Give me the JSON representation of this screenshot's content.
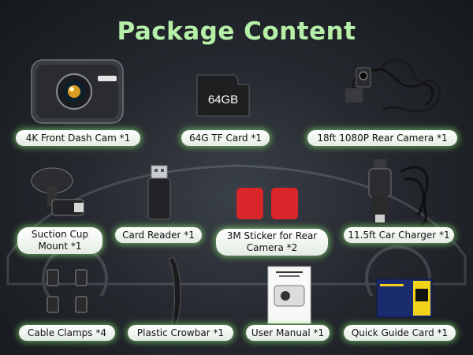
{
  "title": "Package Content",
  "items": [
    {
      "label": "4K Front Dash Cam *1",
      "icon": "dash-cam-icon"
    },
    {
      "label": "64G TF Card *1",
      "icon": "sd-card-icon",
      "card_text": "64GB"
    },
    {
      "label": "18ft 1080P Rear Camera *1",
      "icon": "rear-camera-icon"
    },
    {
      "label": "Suction Cup Mount  *1",
      "icon": "suction-mount-icon"
    },
    {
      "label": "Card Reader *1",
      "icon": "card-reader-icon"
    },
    {
      "label": "3M Sticker for Rear Camera *2",
      "icon": "sticker-icon"
    },
    {
      "label": "11.5ft Car Charger *1",
      "icon": "car-charger-icon"
    },
    {
      "label": "Cable Clamps *4",
      "icon": "cable-clamp-icon"
    },
    {
      "label": "Plastic Crowbar *1",
      "icon": "crowbar-icon"
    },
    {
      "label": "User Manual *1",
      "icon": "manual-icon"
    },
    {
      "label": "Quick Guide Card *1",
      "icon": "guide-card-icon"
    }
  ],
  "colors": {
    "title": "#b6f0a8",
    "glow": "#96ff78",
    "sticker": "#d8262a"
  }
}
